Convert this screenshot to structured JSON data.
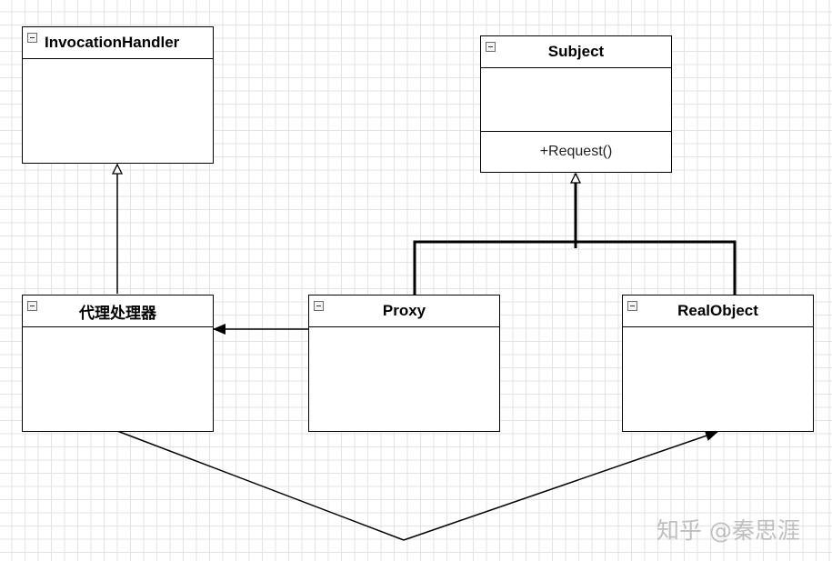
{
  "classes": {
    "invocation_handler": {
      "name": "InvocationHandler"
    },
    "subject": {
      "name": "Subject",
      "method": "+Request()"
    },
    "proxy_handler": {
      "name": "代理处理器"
    },
    "proxy": {
      "name": "Proxy"
    },
    "real_object": {
      "name": "RealObject"
    }
  },
  "watermark": "知乎 @秦思涯"
}
